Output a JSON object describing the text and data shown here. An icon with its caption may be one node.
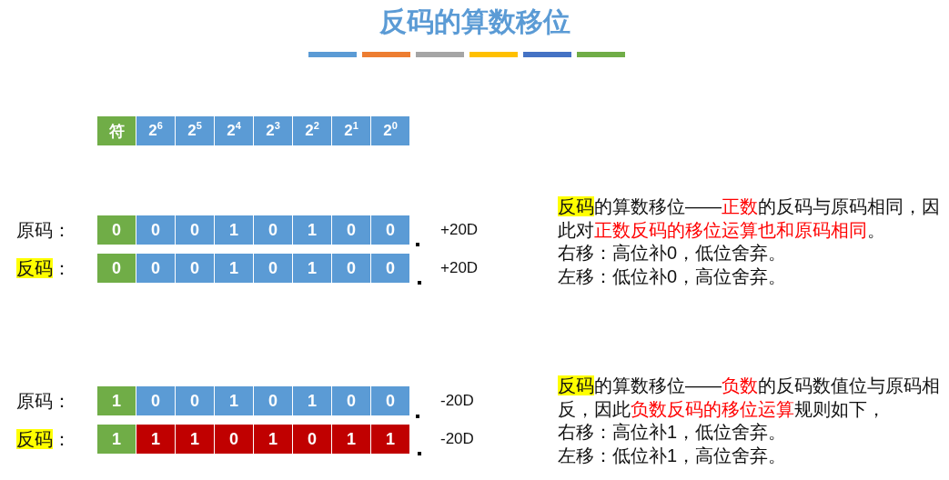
{
  "diagram": {
    "title": "反码的算数移位",
    "nodes": [
      {
        "text": [
          "符"
        ]
      },
      {
        "text": [
          "2$^{6}$"
        ]
      },
      {
        "text": [
          "2$^{5}$"
        ]
      },
      {
        "text": [
          "2$^{4}$"
        ]
      },
      {
        "text": [
          "2$^{3}$"
        ]
      },
      {
        "text": [
          "2$^{2}$"
        ]
      },
      {
        "text": [
          "2$^{1}$"
        ]
      },
      {
        "text": [
          "2$^{0}$"
        ]
      },
      {
        "text": [
          "0"
        ]
      },
      {
        "text": [
          "0"
        ]
      },
      {
        "text": [
          "0"
        ]
      },
      {
        "text": [
          "1"
        ]
      },
      {
        "text": [
          "0"
        ]
      },
      {
        "text": [
          "1"
        ]
      },
      {
        "text": [
          "0"
        ]
      },
      {
        "text": [
          "0"
        ]
      },
      {
        "text": [
          "0"
        ]
      },
      {
        "text": [
          "0"
        ]
      },
      {
        "text": [
          "0"
        ]
      },
      {
        "text": [
          "1"
        ]
      },
      {
        "text": [
          "0"
        ]
      },
      {
        "text": [
          "1"
        ]
      },
      {
        "text": [
          "0"
        ]
      },
      {
        "text": [
          "0"
        ]
      },
      {
        "text": [
          "1"
        ]
      },
      {
        "text": [
          "0"
        ]
      },
      {
        "text": [
          "0"
        ]
      },
      {
        "text": [
          "1"
        ]
      },
      {
        "text": [
          "0"
        ]
      },
      {
        "text": [
          "1"
        ]
      },
      {
        "text": [
          "0"
        ]
      },
      {
        "text": [
          "0"
        ]
      },
      {
        "text": [
          "1"
        ]
      },
      {
        "text": [
          "1"
        ]
      },
      {
        "text": [
          "1"
        ]
      },
      {
        "text": [
          "0"
        ]
      },
      {
        "text": [
          "1"
        ]
      },
      {
        "text": [
          "0"
        ]
      },
      {
        "text": [
          "1"
        ]
      },
      {
        "text": [
          "1"
        ]
      }
    ],
    "labels": [
      "原码：",
      "+20D",
      "反码",
      "：",
      "+20D",
      "反码",
      "的算数移位——",
      "正数",
      "的反码与原码相同，因此对",
      "正数反码的移位运算也和原码相同",
      "。",
      "右移：高位补0，低位舍弃。",
      "左移：低位补0，高位舍弃。",
      "原码：",
      "-20D",
      "反码",
      "：",
      "-20D",
      "反码",
      "的算数移位——",
      "负数",
      "的反码数值位与原码相反，因此",
      "负数反码的移位运算",
      "规则如下，",
      "右移：高位补1，低位舍弃。",
      "左移：低位补1，高位舍弃。"
    ]
  }
}
